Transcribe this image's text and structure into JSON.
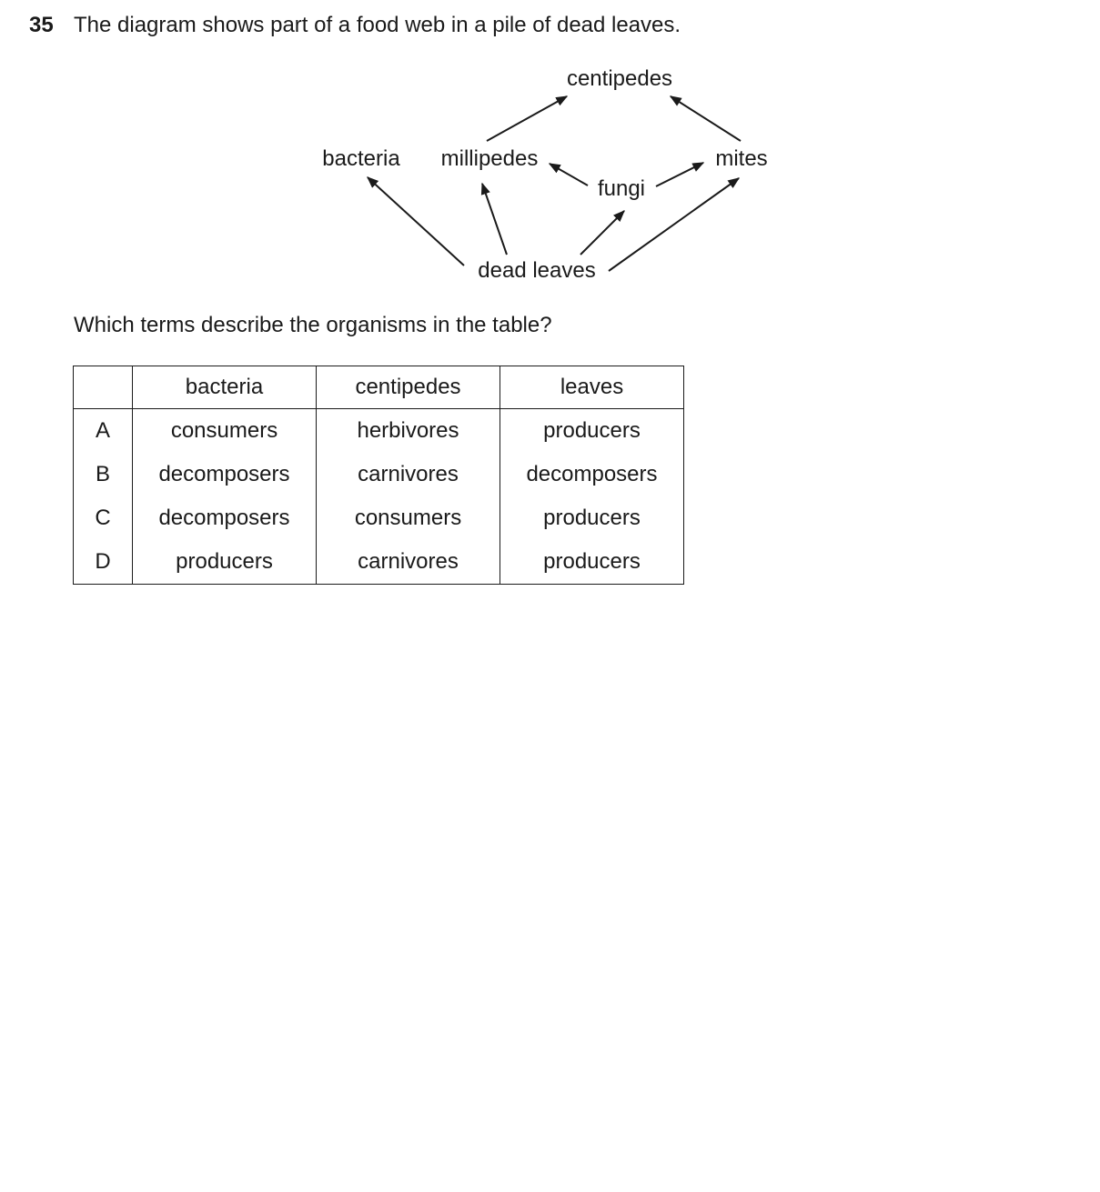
{
  "question": {
    "number": "35",
    "stem": "The diagram shows part of a food web in a pile of dead leaves.",
    "subquestion": "Which terms describe the organisms in the table?"
  },
  "food_web": {
    "nodes": {
      "centipedes": "centipedes",
      "bacteria": "bacteria",
      "millipedes": "millipedes",
      "mites": "mites",
      "fungi": "fungi",
      "dead_leaves": "dead leaves"
    },
    "edges": [
      [
        "dead leaves",
        "bacteria"
      ],
      [
        "dead leaves",
        "millipedes"
      ],
      [
        "dead leaves",
        "fungi"
      ],
      [
        "dead leaves",
        "mites"
      ],
      [
        "fungi",
        "millipedes"
      ],
      [
        "fungi",
        "mites"
      ],
      [
        "millipedes",
        "centipedes"
      ],
      [
        "mites",
        "centipedes"
      ]
    ]
  },
  "table": {
    "headers": [
      "",
      "bacteria",
      "centipedes",
      "leaves"
    ],
    "rows": [
      {
        "key": "A",
        "cells": [
          "consumers",
          "herbivores",
          "producers"
        ]
      },
      {
        "key": "B",
        "cells": [
          "decomposers",
          "carnivores",
          "decomposers"
        ]
      },
      {
        "key": "C",
        "cells": [
          "decomposers",
          "consumers",
          "producers"
        ]
      },
      {
        "key": "D",
        "cells": [
          "producers",
          "carnivores",
          "producers"
        ]
      }
    ]
  }
}
